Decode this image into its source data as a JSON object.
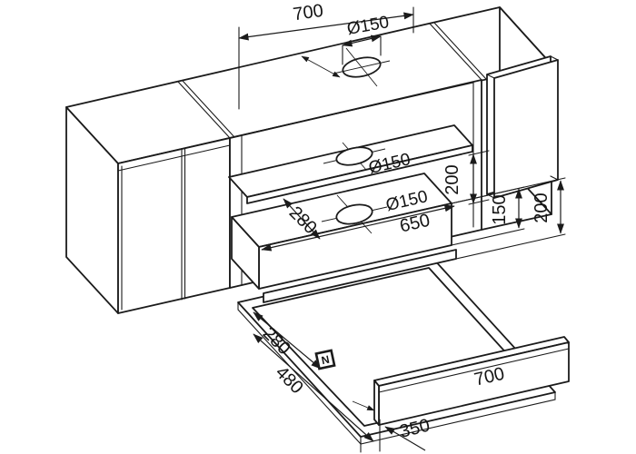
{
  "diagram": {
    "type": "installation-drawing",
    "subject": "built-in telescopic range hood with wall cabinets (exploded view)",
    "colors": {
      "line": "#1b1b1b",
      "background": "#ffffff"
    },
    "dimensions": {
      "niche_width_top": "700",
      "duct_hole_diameter_top": "Ø150",
      "shelf_hole_diameter": "Ø150",
      "niche_height": "200",
      "hood_vent_diameter": "Ø150",
      "hood_body_width": "650",
      "hood_top_depth": "280",
      "hood_body_height": "150",
      "hood_total_height": "200",
      "frame_fixed_depth": "280",
      "frame_extended_depth": "480",
      "front_panel_width": "700",
      "front_panel_depth": "350",
      "power_connection_marker": "N"
    }
  }
}
